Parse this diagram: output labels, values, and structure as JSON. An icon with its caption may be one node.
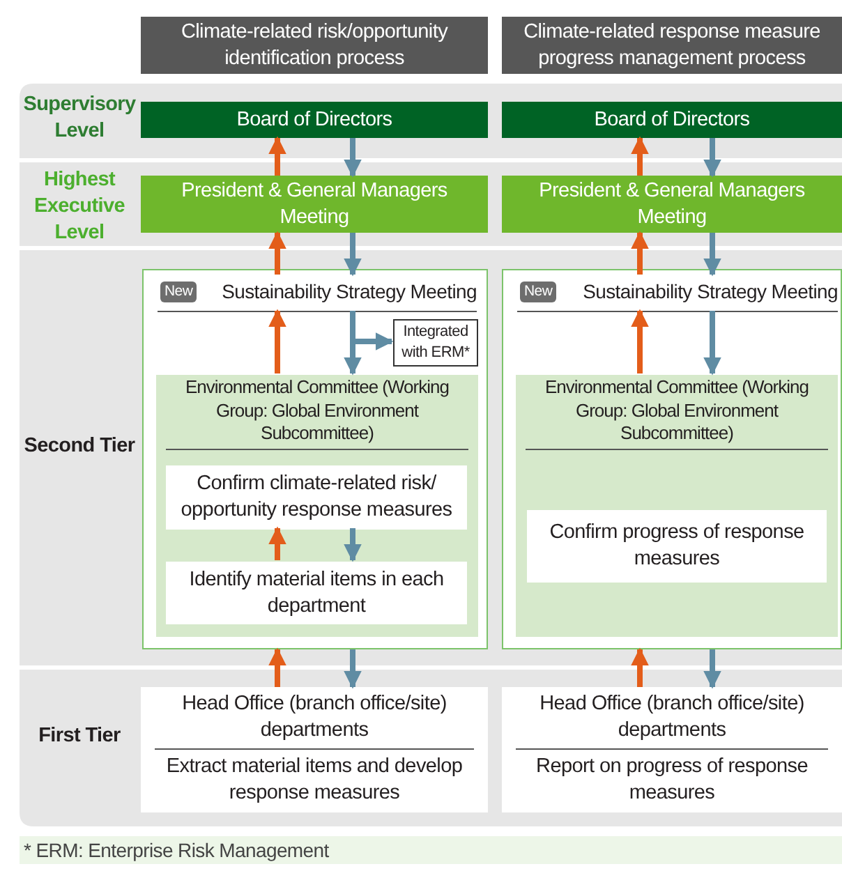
{
  "diagram": {
    "nodes": [
      {
        "text": [
          "Climate-related risk/opportunity identification process"
        ]
      },
      {
        "text": [
          "Climate-related response measure progress management process"
        ]
      },
      {
        "text": [
          "Board of Directors"
        ]
      },
      {
        "text": [
          "Board of Directors"
        ]
      },
      {
        "text": [
          "President & General Managers Meeting"
        ]
      },
      {
        "text": [
          "President & General Managers Meeting"
        ]
      },
      {
        "text": [],
        "shape": "box"
      },
      {
        "text": [
          "New",
          "Sustainability Strategy Meeting"
        ],
        "in": 6
      },
      {
        "text": [
          "Integrated with ERM*"
        ],
        "in": 6
      },
      {
        "text": [
          "Environmental Committee (Working Group: Global Environment Subcommittee)"
        ],
        "in": 6
      },
      {
        "text": [
          "Confirm climate-related risk/ opportunity response measures"
        ],
        "in": 9
      },
      {
        "text": [
          "Identify material items in each department"
        ],
        "in": 9
      },
      {
        "text": [],
        "shape": "box"
      },
      {
        "text": [
          "New",
          "Sustainability Strategy Meeting"
        ],
        "in": 12
      },
      {
        "text": [
          "Environmental Committee (Working Group: Global Environment Subcommittee)"
        ],
        "in": 12
      },
      {
        "text": [
          "Confirm progress of response measures"
        ],
        "in": 14
      },
      {
        "text": [
          "Head Office (branch office/site) departments",
          "Extract material items and develop response measures"
        ]
      },
      {
        "text": [
          "Head Office (branch office/site) departments",
          "Report on progress of response measures"
        ]
      }
    ],
    "edges": [
      {
        "from": 4,
        "to": 2,
        "arrow": "to",
        "color": "#e35d1a"
      },
      {
        "from": 2,
        "to": 4,
        "arrow": "to",
        "color": "#5f8ca3"
      },
      {
        "from": 7,
        "to": 4,
        "arrow": "to",
        "color": "#e35d1a"
      },
      {
        "from": 4,
        "to": 7,
        "arrow": "to",
        "color": "#5f8ca3"
      },
      {
        "from": 9,
        "to": 7,
        "arrow": "to",
        "color": "#e35d1a"
      },
      {
        "from": 7,
        "to": 9,
        "arrow": "to",
        "color": "#5f8ca3"
      },
      {
        "from": 7,
        "to": 8,
        "arrow": "to",
        "color": "#5f8ca3"
      },
      {
        "from": 11,
        "to": 10,
        "arrow": "to",
        "color": "#e35d1a"
      },
      {
        "from": 10,
        "to": 11,
        "arrow": "to",
        "color": "#5f8ca3"
      },
      {
        "from": 16,
        "to": 6,
        "arrow": "to",
        "color": "#e35d1a"
      },
      {
        "from": 6,
        "to": 16,
        "arrow": "to",
        "color": "#5f8ca3"
      },
      {
        "from": 5,
        "to": 3,
        "arrow": "to",
        "color": "#e35d1a"
      },
      {
        "from": 3,
        "to": 5,
        "arrow": "to",
        "color": "#5f8ca3"
      },
      {
        "from": 13,
        "to": 5,
        "arrow": "to",
        "color": "#e35d1a"
      },
      {
        "from": 5,
        "to": 13,
        "arrow": "to",
        "color": "#5f8ca3"
      },
      {
        "from": 14,
        "to": 13,
        "arrow": "to",
        "color": "#e35d1a"
      },
      {
        "from": 13,
        "to": 14,
        "arrow": "to",
        "color": "#5f8ca3"
      },
      {
        "from": 17,
        "to": 12,
        "arrow": "to",
        "color": "#e35d1a"
      },
      {
        "from": 12,
        "to": 17,
        "arrow": "to",
        "color": "#5f8ca3"
      }
    ],
    "labels": [
      "Supervisory Level",
      "Highest Executive Level",
      "Second Tier",
      "First Tier",
      "* ERM: Enterprise Risk Management"
    ]
  }
}
